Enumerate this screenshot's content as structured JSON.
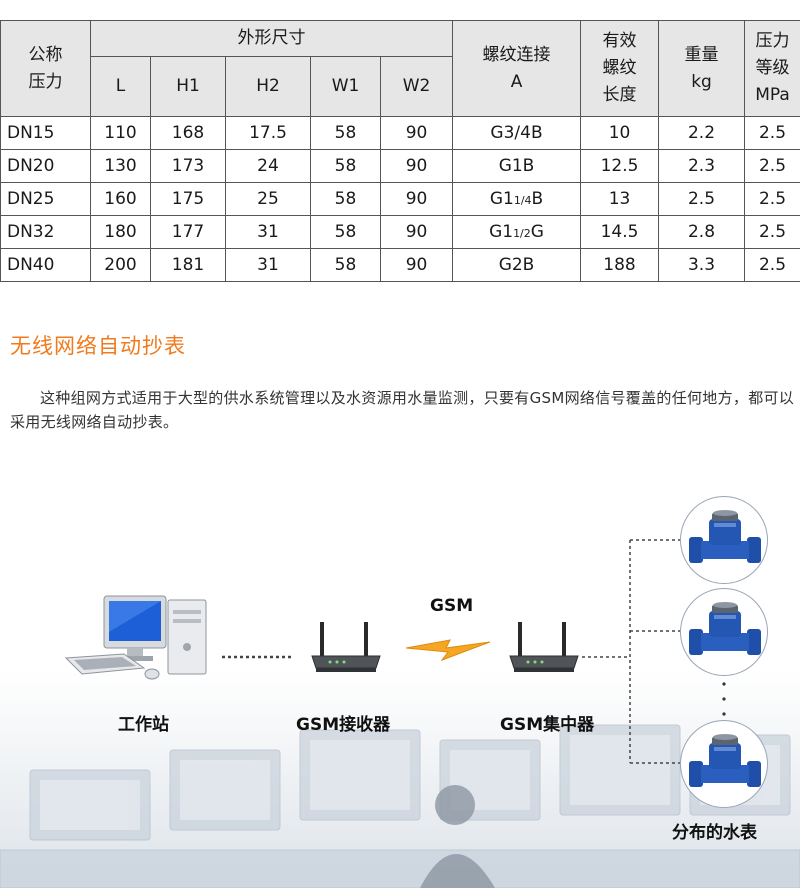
{
  "table": {
    "head_row1": {
      "nominal": "公称",
      "dimensions": "外形尺寸",
      "thread": "螺纹连接",
      "length": "有效",
      "weight": "重量",
      "pressure": "压力"
    },
    "head_row2": {
      "nominal": "压力",
      "L": "L",
      "H1": "H1",
      "H2": "H2",
      "W1": "W1",
      "W2": "W2",
      "thread": "A",
      "length": "螺纹",
      "weight": "kg",
      "pressure": "等级"
    },
    "head_row3": {
      "length": "长度",
      "pressure": "MPa"
    },
    "rows": [
      {
        "dn": "DN15",
        "L": "110",
        "H1": "168",
        "H2": "17.5",
        "W1": "58",
        "W2": "90",
        "thread_pre": "G3/4B",
        "thread_frac": "",
        "thread_post": "",
        "length": "10",
        "weight": "2.2",
        "pressure": "2.5"
      },
      {
        "dn": "DN20",
        "L": "130",
        "H1": "173",
        "H2": "24",
        "W1": "58",
        "W2": "90",
        "thread_pre": "G1B",
        "thread_frac": "",
        "thread_post": "",
        "length": "12.5",
        "weight": "2.3",
        "pressure": "2.5"
      },
      {
        "dn": "DN25",
        "L": "160",
        "H1": "175",
        "H2": "25",
        "W1": "58",
        "W2": "90",
        "thread_pre": "G1",
        "thread_frac": "1/4",
        "thread_post": "B",
        "length": "13",
        "weight": "2.5",
        "pressure": "2.5"
      },
      {
        "dn": "DN32",
        "L": "180",
        "H1": "177",
        "H2": "31",
        "W1": "58",
        "W2": "90",
        "thread_pre": "G1",
        "thread_frac": "1/2",
        "thread_post": "G",
        "length": "14.5",
        "weight": "2.8",
        "pressure": "2.5"
      },
      {
        "dn": "DN40",
        "L": "200",
        "H1": "181",
        "H2": "31",
        "W1": "58",
        "W2": "90",
        "thread_pre": "G2B",
        "thread_frac": "",
        "thread_post": "",
        "length": "188",
        "weight": "3.3",
        "pressure": "2.5"
      }
    ]
  },
  "section": {
    "title": "无线网络自动抄表",
    "paragraph": "这种组网方式适用于大型的供水系统管理以及水资源用水量监测，只要有GSM网络信号覆盖的任何地方，都可以采用无线网络自动抄表。"
  },
  "diagram": {
    "workstation": "工作站",
    "receiver": "GSM接收器",
    "gsm": "GSM",
    "concentrator": "GSM集中器",
    "meters": "分布的水表"
  },
  "colors": {
    "accent": "#f07a1c",
    "header_bg": "#e6e6e6",
    "meter_blue": "#1f4fa8",
    "lightning": "#f5a623"
  }
}
